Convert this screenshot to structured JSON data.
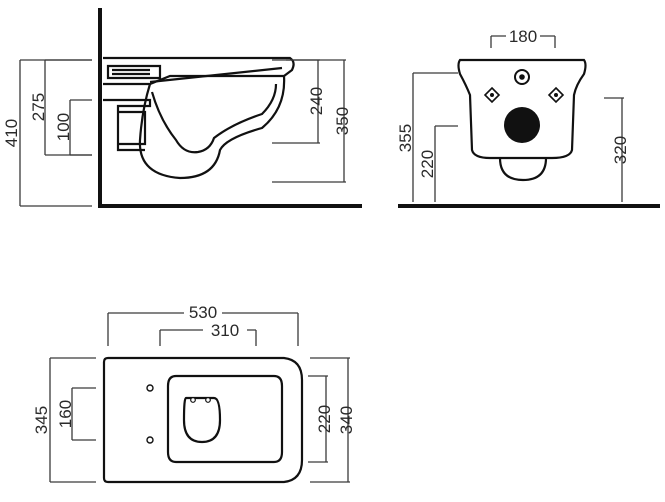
{
  "side_view": {
    "overall_height": "410",
    "height_275": "275",
    "height_100": "100",
    "height_240": "240",
    "height_350": "350"
  },
  "front_view": {
    "width_top": "180",
    "height_355": "355",
    "height_220": "220",
    "height_320": "320"
  },
  "top_view": {
    "overall_width": "530",
    "inner_width": "310",
    "overall_depth": "345",
    "hole_spacing": "160",
    "seat_depth": "220",
    "bowl_depth": "340"
  }
}
